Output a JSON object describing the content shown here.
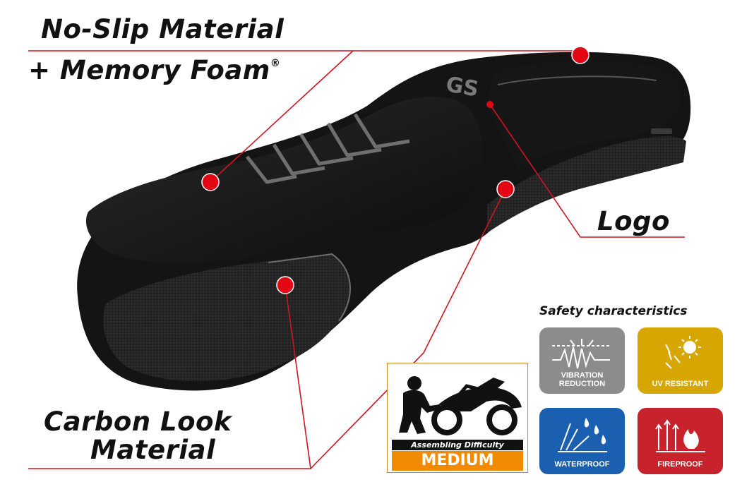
{
  "callouts": {
    "no_slip": "No-Slip Material",
    "memory_foam": "+ Memory Foam",
    "registered_mark": "®",
    "logo": "Logo",
    "carbon_line1": "Carbon Look",
    "carbon_line2": "Material"
  },
  "seat_emblem": "GS",
  "safety": {
    "title": "Safety characteristics",
    "tiles": [
      {
        "label_line1": "VIBRATION",
        "label_line2": "REDUCTION",
        "color": "#8c8c8c",
        "icon": "vibration-icon"
      },
      {
        "label": "UV RESISTANT",
        "color": "#d7a600",
        "icon": "sun-icon"
      },
      {
        "label": "WATERPROOF",
        "color": "#1b5fb0",
        "icon": "water-drops-icon"
      },
      {
        "label": "FIREPROOF",
        "color": "#c8222c",
        "icon": "flame-icon"
      }
    ]
  },
  "assembling": {
    "caption": "Assembling Difficulty",
    "level": "MEDIUM",
    "level_color": "#f08a00",
    "icon": "mechanic-with-motorcycle-icon"
  },
  "colors": {
    "accent_red": "#e30613",
    "leader_red": "#d0141f",
    "seat_black": "#151515"
  }
}
